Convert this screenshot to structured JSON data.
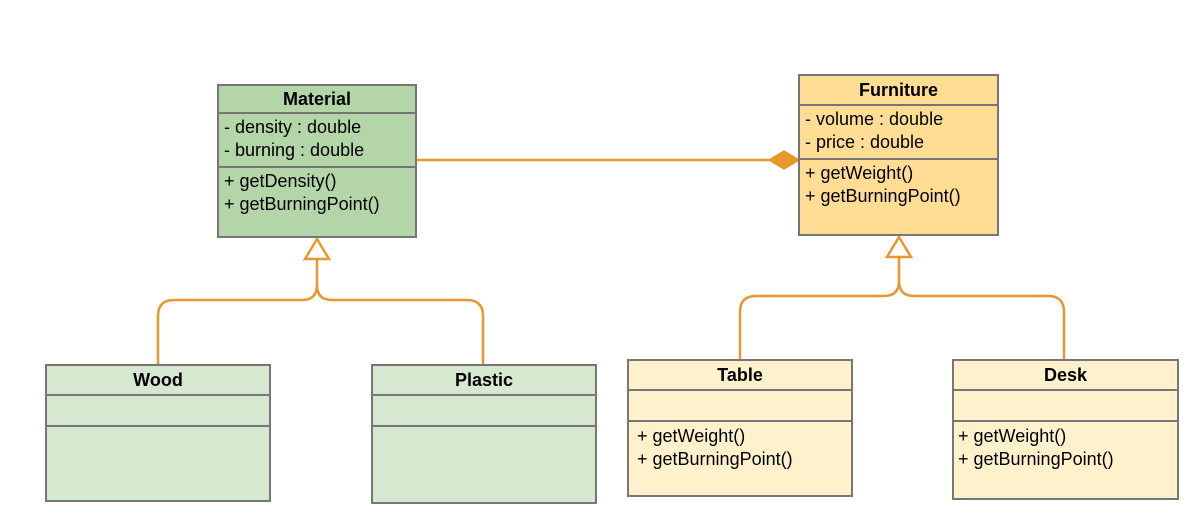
{
  "colors": {
    "connector": "#e8962e",
    "border": "#767676",
    "material_fill": "#b3d5a7",
    "subclass_green_fill": "#d6e8cf",
    "furniture_fill": "#ffdd95",
    "subclass_yellow_fill": "#fff1cc"
  },
  "classes": {
    "material": {
      "name": "Material",
      "attributes": [
        "- density : double",
        "- burning : double"
      ],
      "methods": [
        "+ getDensity()",
        "+ getBurningPoint()"
      ]
    },
    "furniture": {
      "name": "Furniture",
      "attributes": [
        "- volume : double",
        "- price : double"
      ],
      "methods": [
        "+ getWeight()",
        "+ getBurningPoint()"
      ]
    },
    "wood": {
      "name": "Wood",
      "attributes": [],
      "methods": []
    },
    "plastic": {
      "name": "Plastic",
      "attributes": [],
      "methods": []
    },
    "table": {
      "name": "Table",
      "attributes": [],
      "methods": [
        "+ getWeight()",
        "+ getBurningPoint()"
      ]
    },
    "desk": {
      "name": "Desk",
      "attributes": [],
      "methods": [
        "+ getWeight()",
        "+ getBurningPoint()"
      ]
    }
  },
  "relations": [
    {
      "type": "composition",
      "whole": "Furniture",
      "part": "Material"
    },
    {
      "type": "generalization",
      "parent": "Material",
      "child": "Wood"
    },
    {
      "type": "generalization",
      "parent": "Material",
      "child": "Plastic"
    },
    {
      "type": "generalization",
      "parent": "Furniture",
      "child": "Table"
    },
    {
      "type": "generalization",
      "parent": "Furniture",
      "child": "Desk"
    }
  ]
}
